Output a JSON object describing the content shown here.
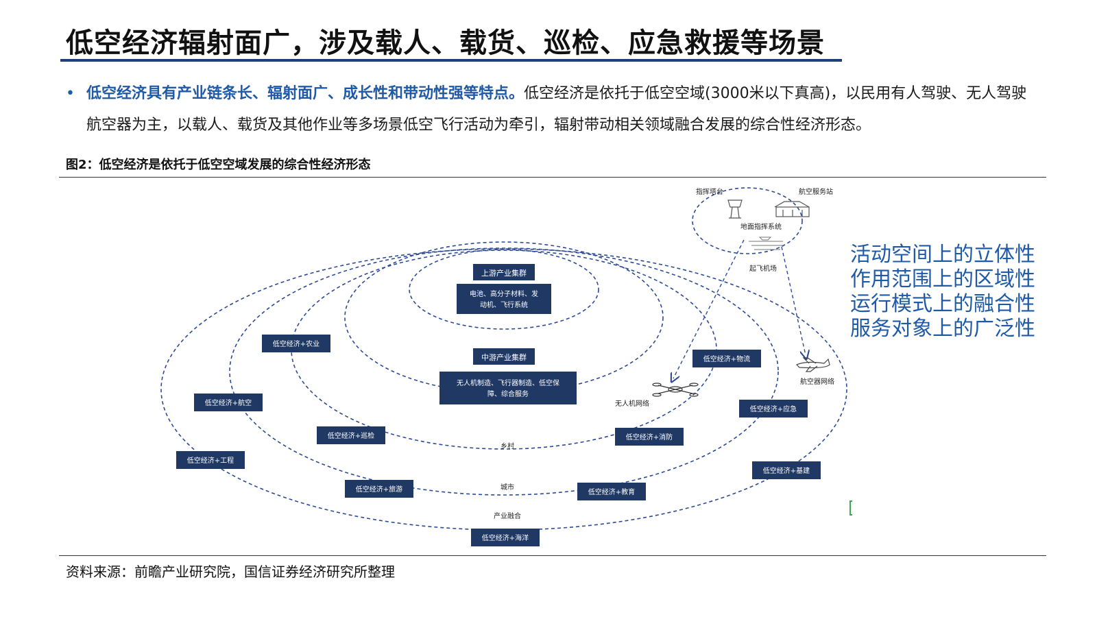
{
  "title": "低空经济辐射面广，涉及载人、载货、巡检、应急救援等场景",
  "bullet": {
    "strong": "低空经济具有产业链条长、辐射面广、成长性和带动性强等特点。",
    "text": "低空经济是依托于低空空域(3000米以下真高)，以民用有人驾驶、无人驾驶航空器为主，以载人、载货及其他作业等多场景低空飞行活动为牵引，辐射带动相关领域融合发展的综合性经济形态。"
  },
  "figure_title": "图2：低空经济是依托于低空空域发展的综合性经济形态",
  "diagram": {
    "upstream_label": "上游产业集群",
    "upstream_desc_1": "电池、高分子材料、发",
    "upstream_desc_2": "动机、飞行系统",
    "midstream_label": "中游产业集群",
    "midstream_desc_1": "无人机制造、飞行器制造、低空保",
    "midstream_desc_2": "障、综合服务",
    "ring_village": "乡村",
    "ring_city": "城市",
    "ring_fusion": "产业融合",
    "ground": {
      "tower": "指挥塔台",
      "service": "航空服务站",
      "system": "地面指挥系统",
      "airport": "起飞机场"
    },
    "drone_net": "无人机网络",
    "aircraft_net": "航空器网络",
    "boxes": {
      "agri": "低空经济+农业",
      "aviation": "低空经济+航空",
      "patrol": "低空经济+巡检",
      "engineering": "低空经济+工程",
      "tourism": "低空经济+旅游",
      "ocean": "低空经济+海洋",
      "education": "低空经济+教育",
      "fire": "低空经济+消防",
      "logistics": "低空经济+物流",
      "emergency": "低空经济+应急",
      "infra": "低空经济+基建"
    }
  },
  "features": [
    "活动空间上的立体性",
    "作用范围上的区域性",
    "运行模式上的融合性",
    "服务对象上的广泛性"
  ],
  "source": "资料来源：前瞻产业研究院，国信证券经济研究所整理",
  "colors": {
    "accent": "#1f5aa8",
    "navy_box": "#1f3864",
    "dash": "#2c4a94"
  }
}
